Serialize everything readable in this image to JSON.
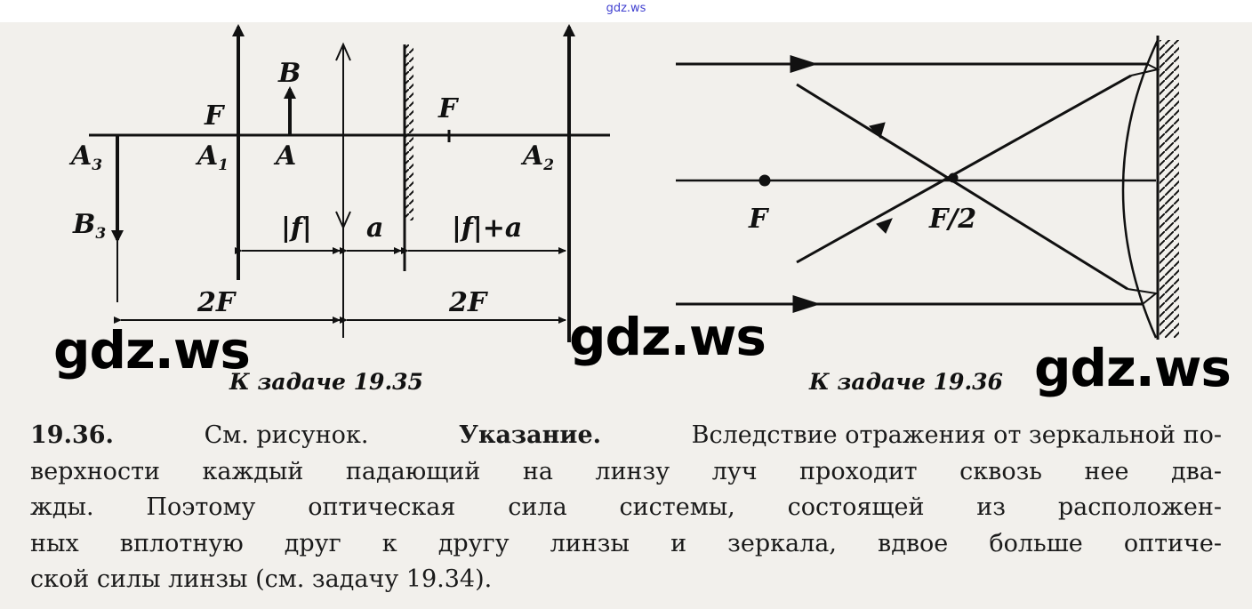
{
  "watermark_top": "gdz.ws",
  "watermarks": [
    "gdz.ws",
    "gdz.ws",
    "gdz.ws"
  ],
  "fig1": {
    "caption": "К задаче 19.35",
    "labels": {
      "F_left": "F",
      "B": "B",
      "A3": "A",
      "A3_sub": "3",
      "A1": "A",
      "A1_sub": "1",
      "A": "A",
      "F_right": "F",
      "A2": "A",
      "A2_sub": "2",
      "B3": "B",
      "B3_sub": "3",
      "f": "|f|",
      "a": "a",
      "f_plus_a": "|f|+a",
      "twoF_left": "2F",
      "twoF_right": "2F"
    }
  },
  "fig2": {
    "caption": "К задаче 19.36",
    "labels": {
      "F": "F",
      "F_half": "F/2"
    }
  },
  "text": {
    "number": "19.36.",
    "lines": [
      [
        "См. рисунок.",
        "Указание.",
        "Вследствие отражения от зеркальной по-"
      ],
      [
        "верхности каждый падающий на линзу луч проходит сквозь нее два-"
      ],
      [
        "жды. Поэтому оптическая сила системы, состоящей из расположен-"
      ],
      [
        "ных вплотную друг к другу линзы и зеркала, вдвое больше оптиче-"
      ],
      [
        "ской силы линзы (см. задачу 19.34)."
      ]
    ]
  }
}
